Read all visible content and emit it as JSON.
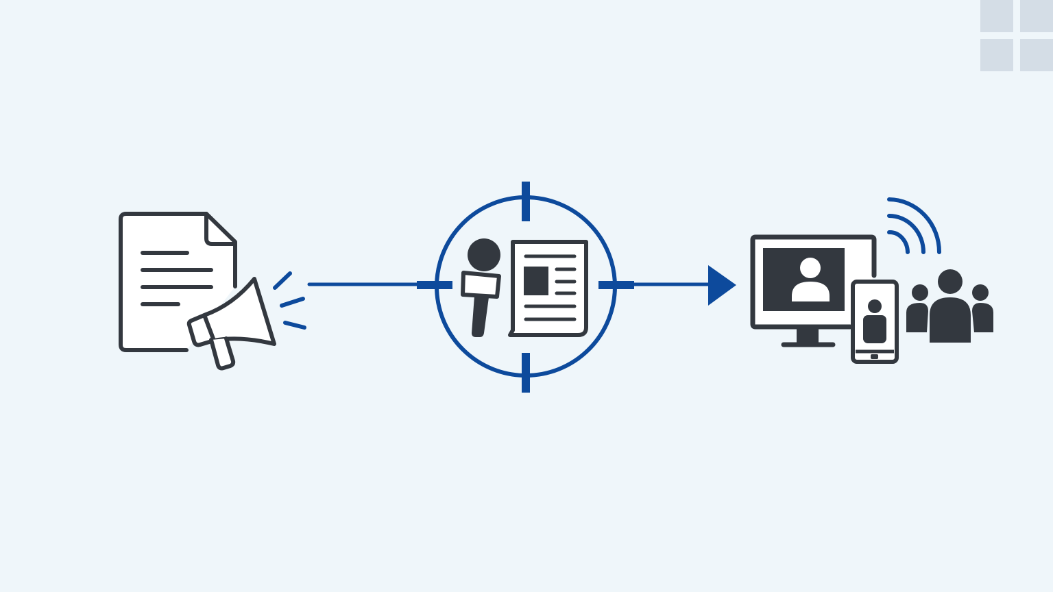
{
  "diagram": {
    "type": "flow",
    "nodes": [
      {
        "id": "press-release",
        "icons": [
          "document-icon",
          "megaphone-icon"
        ]
      },
      {
        "id": "media-targeting",
        "icons": [
          "crosshair-icon",
          "reporter-icon",
          "microphone-icon",
          "newspaper-icon"
        ]
      },
      {
        "id": "audience-reach",
        "icons": [
          "monitor-icon",
          "phone-icon",
          "broadcast-icon",
          "audience-icon"
        ]
      }
    ],
    "edges": [
      {
        "from": "press-release",
        "to": "media-targeting",
        "arrow": false
      },
      {
        "from": "media-targeting",
        "to": "audience-reach",
        "arrow": true
      }
    ]
  },
  "colors": {
    "background": "#eff6fa",
    "accent": "#0d4a9c",
    "icon_dark": "#33383f",
    "icon_fill": "#ffffff",
    "corner_tiles": "#d4dde6"
  }
}
